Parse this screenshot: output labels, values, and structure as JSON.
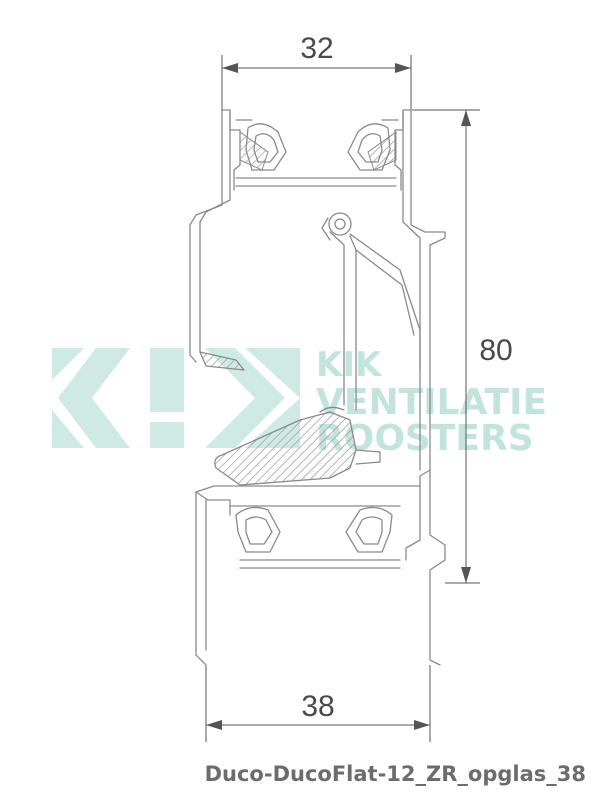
{
  "dimensions": {
    "top_width": "32",
    "height": "80",
    "bottom_width": "38"
  },
  "watermark": {
    "line1": "KIK",
    "line2": "VENTILATIE",
    "line3": "ROOSTERS"
  },
  "caption": "Duco-DucoFlat-12_ZR_opglas_38",
  "colors": {
    "line": "#8a8a8a",
    "hatch": "#9a9a9a",
    "watermark": "#bfe3dc",
    "dimension_text": "#4a4a4a",
    "caption_text": "#6c6c6c"
  }
}
